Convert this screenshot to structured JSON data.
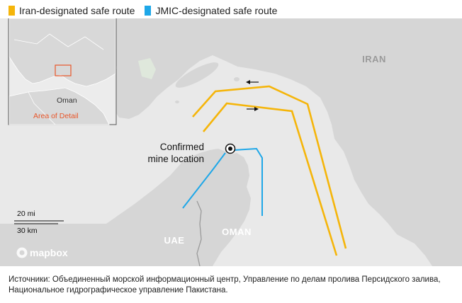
{
  "legend": [
    {
      "label": "Iran-designated safe route",
      "color": "#f5b50a"
    },
    {
      "label": "JMIC-designated safe route",
      "color": "#1ea7e8"
    }
  ],
  "map": {
    "labels": {
      "iran": "IRAN",
      "oman": "OMAN",
      "uae": "UAE",
      "mine_line1": "Confirmed",
      "mine_line2": "mine location"
    },
    "inset": {
      "oman_label": "Oman",
      "area_label": "Area of Detail",
      "area_color": "#e8562a"
    },
    "scale": {
      "miles": "20 mi",
      "km": "30 km"
    },
    "logo": "mapbox",
    "colors": {
      "water": "#e9e9e9",
      "land": "#d6d6d6",
      "land_light": "#dcdcdc"
    }
  },
  "source": "Источники: Объединенный морской информационный центр, Управление по делам пролива Персидского залива, Национальное гидрографическое управление Пакистана."
}
